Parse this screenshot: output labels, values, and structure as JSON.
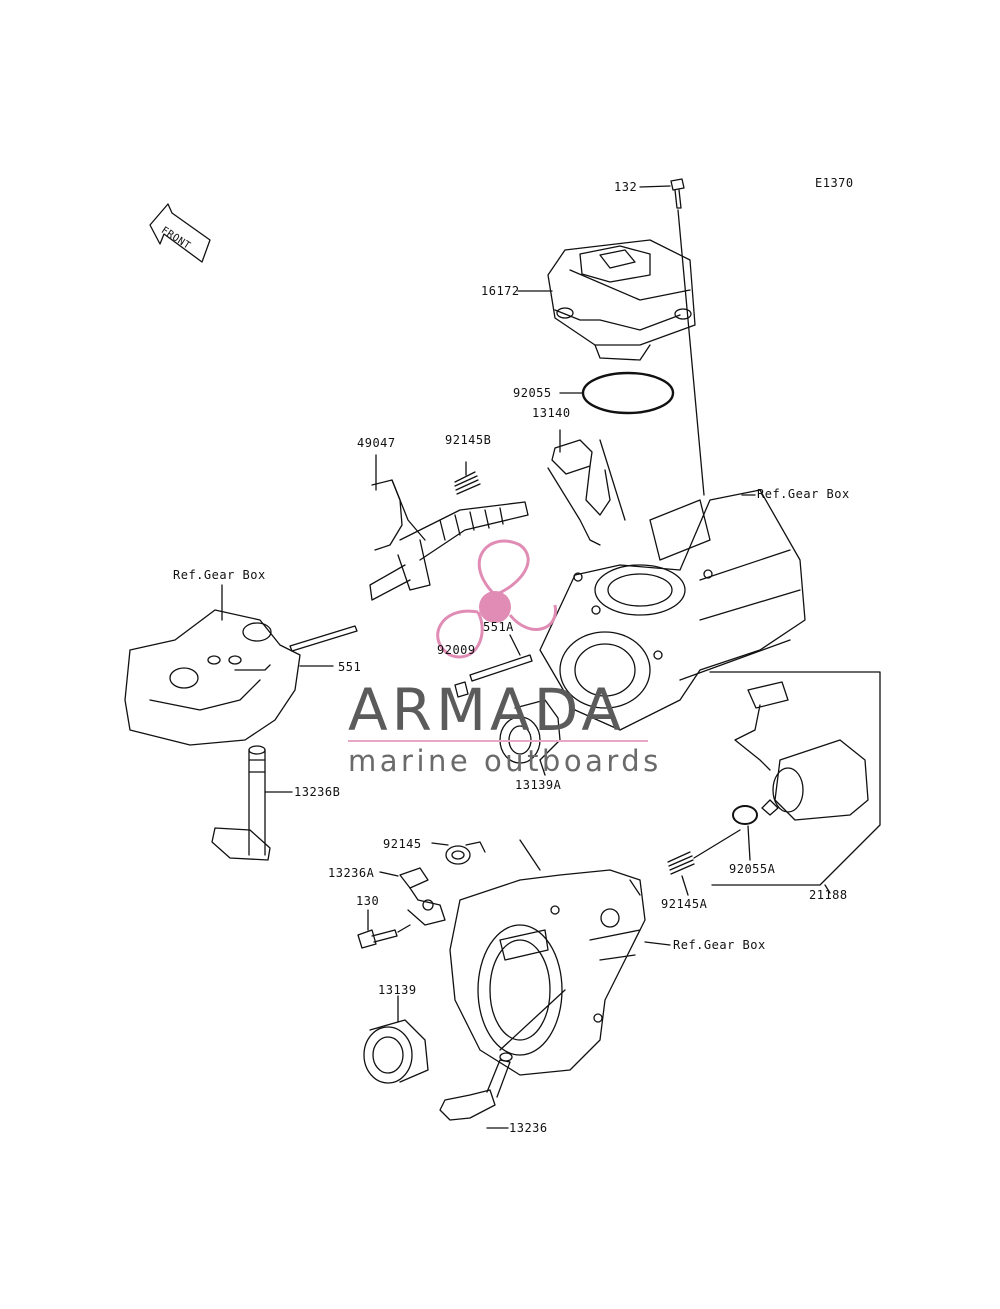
{
  "diagram_code": "E1370",
  "front_label": "FRONT",
  "watermark": {
    "title": "ARMADA",
    "subtitle": "marine outboards",
    "accent": "#e08cb4"
  },
  "parts": {
    "p132": "132",
    "p16172": "16172",
    "p92055": "92055",
    "p13140": "13140",
    "p49047": "49047",
    "p92145B": "92145B",
    "p551A": "551A",
    "p92009": "92009",
    "p551": "551",
    "p13139A": "13139A",
    "p13236B": "13236B",
    "p92145": "92145",
    "p13236A": "13236A",
    "p130": "130",
    "p13139": "13139",
    "p13236": "13236",
    "p92145A": "92145A",
    "p92055A": "92055A",
    "p21188": "21188"
  },
  "refs": {
    "ref_gear_box_top": "Ref.Gear Box",
    "ref_gear_box_left": "Ref.Gear Box",
    "ref_gear_box_bottom": "Ref.Gear Box"
  }
}
